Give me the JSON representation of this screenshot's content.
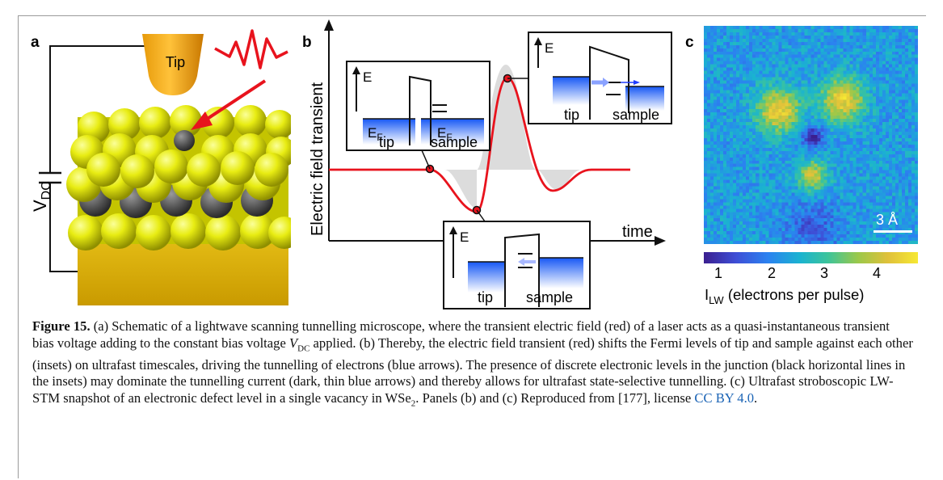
{
  "panels": {
    "a": {
      "label": "a",
      "tip_label": "Tip",
      "voltage_label_main": "V",
      "voltage_label_sub": "DC"
    },
    "b": {
      "label": "b",
      "y_axis_label": "Electric field transient",
      "x_axis_label": "time",
      "inset_top_left": {
        "energy": "E",
        "ef1_main": "E",
        "ef1_sub": "F",
        "ef2_main": "E",
        "ef2_sub": "F",
        "tip": "tip",
        "sample": "sample"
      },
      "inset_top_right": {
        "energy": "E",
        "tip": "tip",
        "sample": "sample"
      },
      "inset_bottom": {
        "energy": "E",
        "tip": "tip",
        "sample": "sample"
      }
    },
    "c": {
      "label": "c",
      "scale_bar": "3 Å",
      "colorbar_ticks": [
        "1",
        "2",
        "3",
        "4"
      ],
      "colorbar_label_main": "I",
      "colorbar_label_sub": "LW",
      "colorbar_label_rest": " (electrons per pulse)",
      "colors": {
        "low": "#3b1f8f",
        "mid": "#2aa8c8",
        "high": "#f6e833"
      }
    }
  },
  "caption": {
    "figure_label": "Figure 15.",
    "text_a1": " (a) Schematic of a lightwave scanning tunnelling microscope, where the transient electric field (red) of a laser acts as a quasi-instantaneous transient bias voltage adding to the constant bias voltage ",
    "v_main": "V",
    "v_sub": "DC",
    "text_a2": " applied. (b) Thereby, the electric field transient (red) shifts the Fermi levels of tip and sample against each other (insets) on ultrafast timescales, driving the tunnelling of electrons (blue arrows). The presence of discrete electronic levels in the junction (black horizontal lines in the insets) may dominate the tunnelling current (dark, thin blue arrows) and thereby allows for ultrafast state-selective tunnelling. (c) Ultrafast stroboscopic LW-STM snapshot of an electronic defect level in a single vacancy in WSe",
    "wse_sub": "2",
    "text_a3": ". Panels (b) and (c) Reproduced from [177], license ",
    "license_link": "CC BY 4.0",
    "text_end": "."
  }
}
